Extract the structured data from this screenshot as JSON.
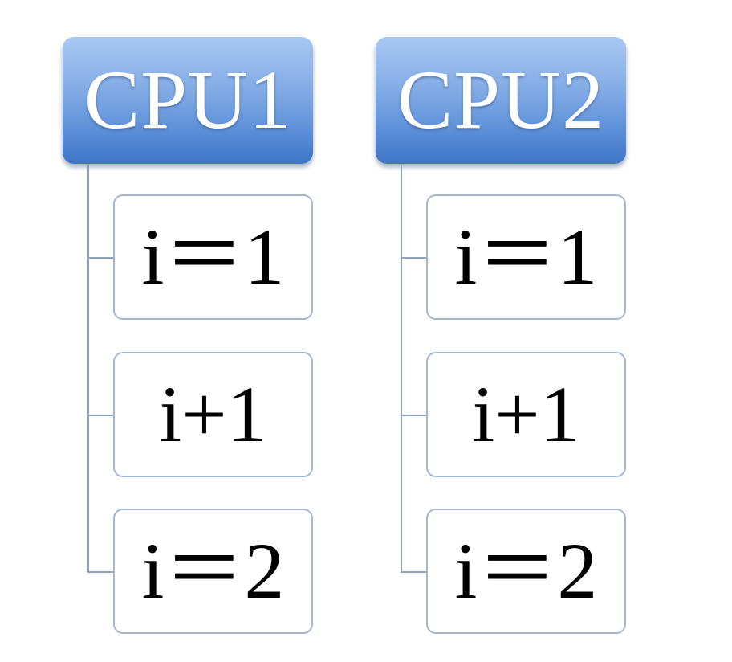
{
  "columns": [
    {
      "title": "CPU1",
      "items": [
        "i＝1",
        "i+1",
        "i＝2"
      ]
    },
    {
      "title": "CPU2",
      "items": [
        "i＝1",
        "i+1",
        "i＝2"
      ]
    }
  ]
}
